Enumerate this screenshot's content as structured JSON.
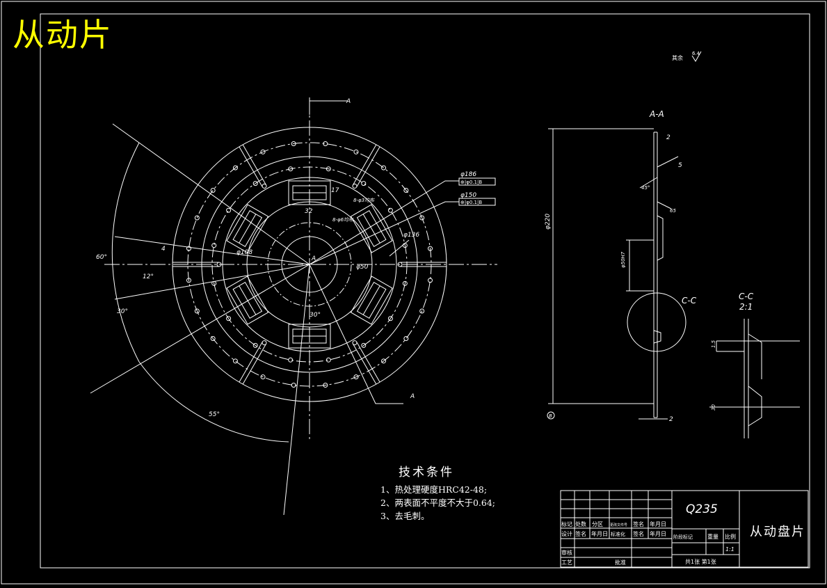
{
  "drawing": {
    "title": "从动片",
    "roughness": {
      "label": "其余",
      "value": "6.4"
    }
  },
  "front_view": {
    "section_label": "A",
    "dims": {
      "d186": "φ186",
      "d150": "φ150",
      "tol1": "⊕|φ0.1|B",
      "tol2": "⊕|φ0.1|B",
      "d136": "φ136",
      "d108": "φ108",
      "d50": "φ50",
      "holes8": "8-φ6均布",
      "holes_small": "8-φ3均布",
      "w32": "32",
      "h17": "17",
      "a60": "60°",
      "a12": "12°",
      "a30": "30°",
      "a30b": "30°",
      "a55": "55°",
      "r4": "4",
      "dlabel": "A"
    }
  },
  "section_aa": {
    "title": "A-A",
    "d220": "φ220",
    "d50h7": "φ50H7",
    "t2": "2",
    "c2": "2",
    "a5": "5",
    "a45": "45°",
    "r65": "65",
    "datum": "B",
    "cc_label": "C-C"
  },
  "section_cc": {
    "title": "C-C",
    "scale": "2:1",
    "dim1": "1.5",
    "dim2": "30"
  },
  "tech_notes": {
    "title": "技术条件",
    "items": [
      "1、热处理硬度HRC42-48;",
      "2、两表面不平度不大于0.64;",
      "3、去毛刺。"
    ]
  },
  "title_block": {
    "material": "Q235",
    "part_name": "从动盘片",
    "row1": [
      "标记",
      "处数",
      "分区",
      "更改文件号",
      "签名",
      "年月日"
    ],
    "row2": [
      "设计",
      "签名",
      "年月日",
      "标准化",
      "签名",
      "年月日"
    ],
    "row3": [
      "审核"
    ],
    "row4": [
      "工艺",
      "批准"
    ],
    "stage_hdr": [
      "阶段标记",
      "重量",
      "比例"
    ],
    "scale": "1:1",
    "sheets": "共1张 第1张"
  }
}
